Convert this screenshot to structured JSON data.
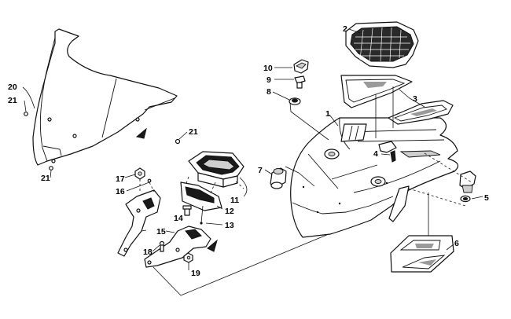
{
  "callouts": {
    "c1": "1",
    "c2": "2",
    "c3": "3",
    "c4": "4",
    "c5": "5",
    "c6": "6",
    "c7": "7",
    "c8": "8",
    "c9": "9",
    "c10": "10",
    "c11": "11",
    "c12": "12",
    "c13": "13",
    "c14": "14",
    "c15": "15",
    "c16": "16",
    "c17": "17",
    "c18": "18",
    "c19": "19",
    "c20": "20",
    "c21a": "21",
    "c21b": "21",
    "c21c": "21"
  }
}
